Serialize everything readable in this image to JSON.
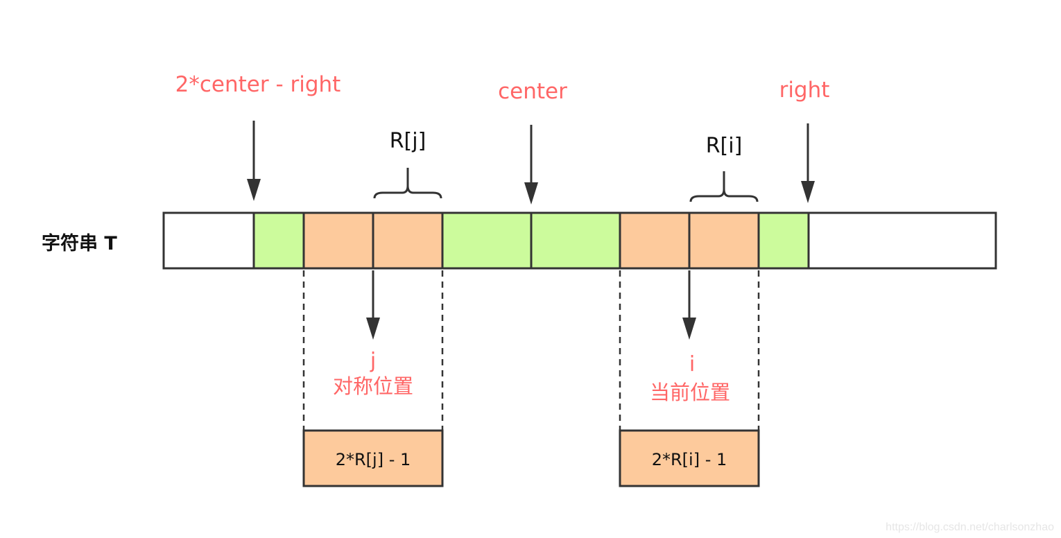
{
  "labels": {
    "mirror_right": "2*center - right",
    "center": "center",
    "right": "right",
    "rj": "R[j]",
    "ri": "R[i]",
    "string_label": "字符串 T",
    "j": "j",
    "j_desc": "对称位置",
    "i": "i",
    "i_desc": "当前位置",
    "box_j": "2*R[j] - 1",
    "box_i": "2*R[i] - 1"
  },
  "watermark": "https://blog.csdn.net/charlsonzhao",
  "colors": {
    "highlight_text": "#ff6666",
    "palindrome_cell": "#ccfb9c",
    "radius_cell": "#fdca9c",
    "stroke": "#333333"
  }
}
